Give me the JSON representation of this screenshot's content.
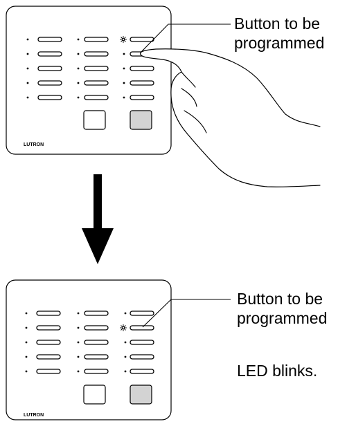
{
  "step1": {
    "logo": "LUTRON",
    "callout_line1": "Button to be",
    "callout_line2": "programmed"
  },
  "step2": {
    "logo": "LUTRON",
    "callout_line1": "Button to be",
    "callout_line2": "programmed",
    "led_note": "LED blinks."
  },
  "colors": {
    "outline": "#000000",
    "lower_button_fill": "#d3d3d3",
    "background": "#ffffff"
  }
}
